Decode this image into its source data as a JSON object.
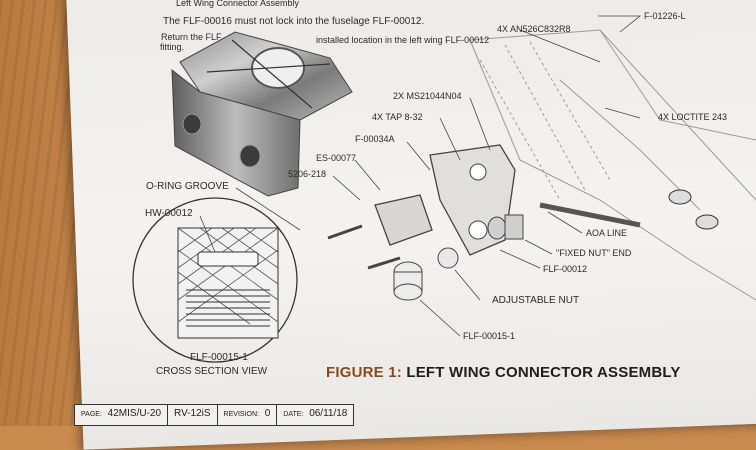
{
  "doc": {
    "header_title": "Left Wing Connector Assembly",
    "note_line1": "The FLF-00016 must not lock into the fuselage FLF-00012.",
    "note_line2_a": "Return the FLF",
    "note_line2_b": "installed location in the left wing FLF-00012",
    "note_line3": "fitting.",
    "figure_title_prefix": "FIGURE 1:",
    "figure_title": "LEFT WING CONNECTOR ASSEMBLY",
    "cross_section_title": "FLF-00015-1",
    "cross_section_sub": "CROSS SECTION VIEW"
  },
  "labels": {
    "an526": "4X AN526C832R8",
    "f01226": "F-01226-L",
    "ms21044": "2X MS21044N04",
    "tap": "4X TAP 8-32",
    "loctite": "4X LOCTITE 243",
    "f00034a": "F-00034A",
    "es00077": "ES-00077",
    "n206218": "5206-218",
    "oring": "O-RING GROOVE",
    "hw00012": "HW-00012",
    "aoa": "AOA LINE",
    "fixed_nut": "\"FIXED NUT\" END",
    "flf00012": "FLF-00012",
    "adjustable_nut": "ADJUSTABLE NUT",
    "flf00015": "FLF-00015-1"
  },
  "footer": {
    "page_label": "PAGE:",
    "page_value": "42MIS/U-20",
    "model": "RV-12iS",
    "revision_label": "REVISION:",
    "revision_value": "0",
    "date_label": "DATE:",
    "date_value": "06/11/18"
  }
}
